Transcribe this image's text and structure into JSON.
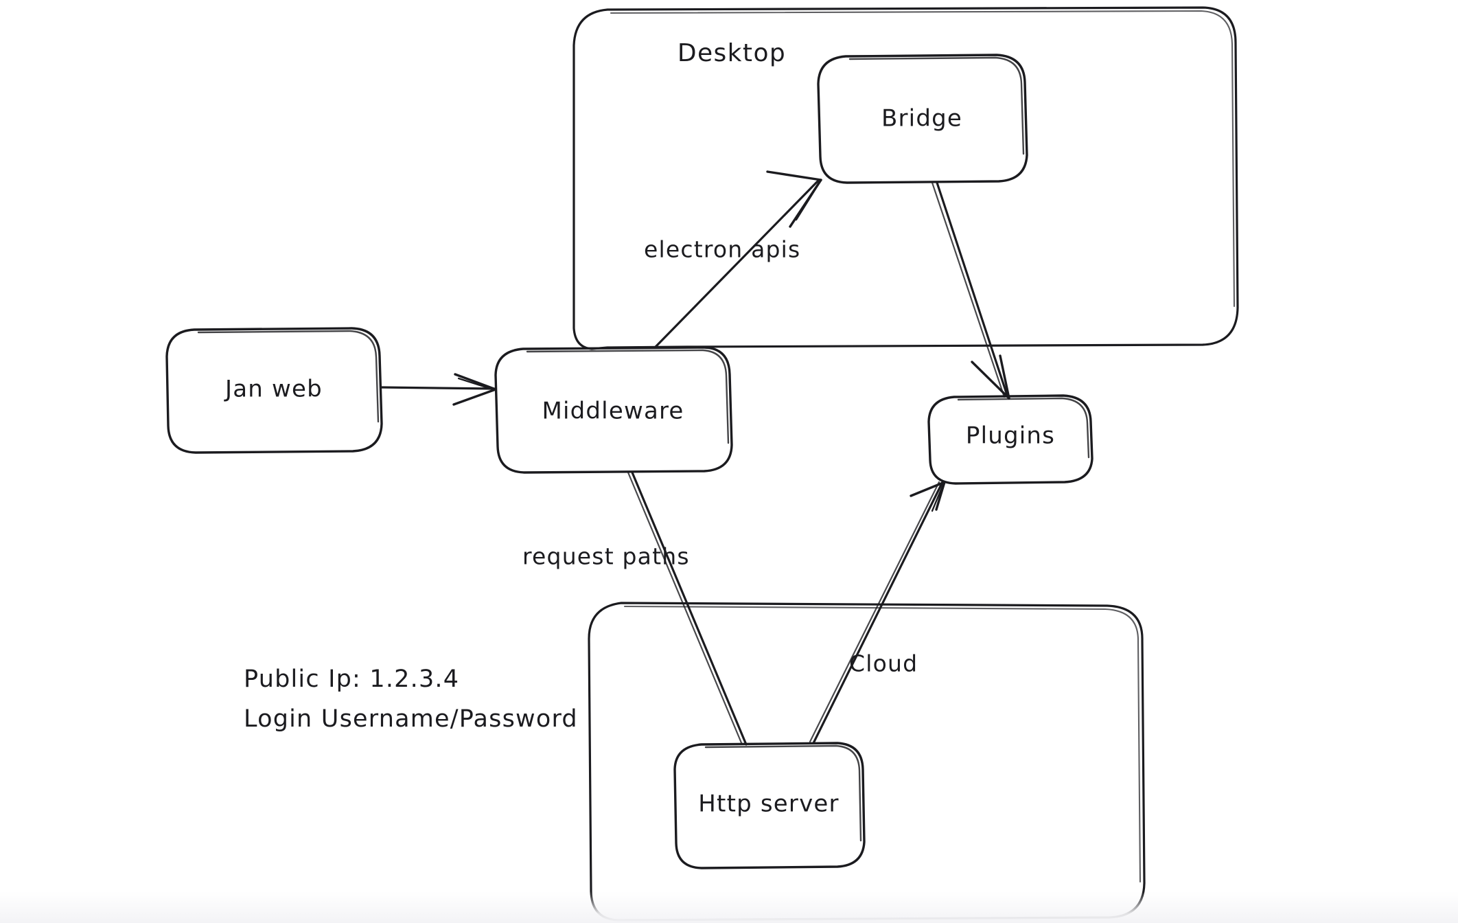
{
  "diagram": {
    "title": "Jan architecture sketch",
    "background_color": "#ffffff",
    "ink_color": "#1b1b1f",
    "style": "hand-drawn whiteboard sketch"
  },
  "groups": [
    {
      "id": "desktop",
      "label": "Desktop"
    },
    {
      "id": "cloud_container",
      "label": ""
    }
  ],
  "nodes": [
    {
      "id": "jan_web",
      "label": "Jan web"
    },
    {
      "id": "middleware",
      "label": "Middleware"
    },
    {
      "id": "bridge",
      "label": "Bridge"
    },
    {
      "id": "plugins",
      "label": "Plugins"
    },
    {
      "id": "http_server",
      "label": "Http server"
    }
  ],
  "edges": [
    {
      "id": "e_web_mw",
      "from": "jan_web",
      "to": "middleware",
      "label": "",
      "arrow": true
    },
    {
      "id": "e_mw_bridge",
      "from": "middleware",
      "to": "bridge",
      "label": "electron apis",
      "arrow": true
    },
    {
      "id": "e_bridge_plug",
      "from": "bridge",
      "to": "plugins",
      "label": "",
      "arrow": true
    },
    {
      "id": "e_mw_http",
      "from": "middleware",
      "to": "http_server",
      "label": "request paths",
      "arrow": false
    },
    {
      "id": "e_http_plug",
      "from": "http_server",
      "to": "plugins",
      "label": "Cloud",
      "arrow": true
    }
  ],
  "notes": {
    "public_ip": "Public Ip: 1.2.3.4",
    "login": "Login Username/Password"
  }
}
